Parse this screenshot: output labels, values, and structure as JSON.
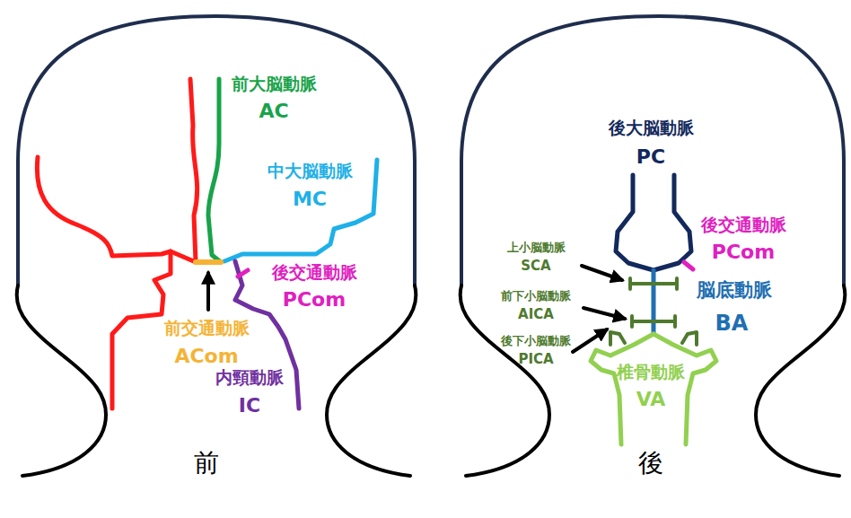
{
  "diagram": {
    "labels": [
      "前大脳動脈",
      "AC",
      "中大脳動脈",
      "MC",
      "後交通動脈",
      "PCom",
      "前交通動脈",
      "ACom",
      "内頸動脈",
      "IC",
      "前",
      "後大脳動脈",
      "PC",
      "後交通動脈",
      "PCom",
      "上小脳動脈",
      "SCA",
      "脳底動脈",
      "BA",
      "前下小脳動脈",
      "AICA",
      "後下小脳動脈",
      "PICA",
      "椎骨動脈",
      "VA",
      "後"
    ]
  }
}
